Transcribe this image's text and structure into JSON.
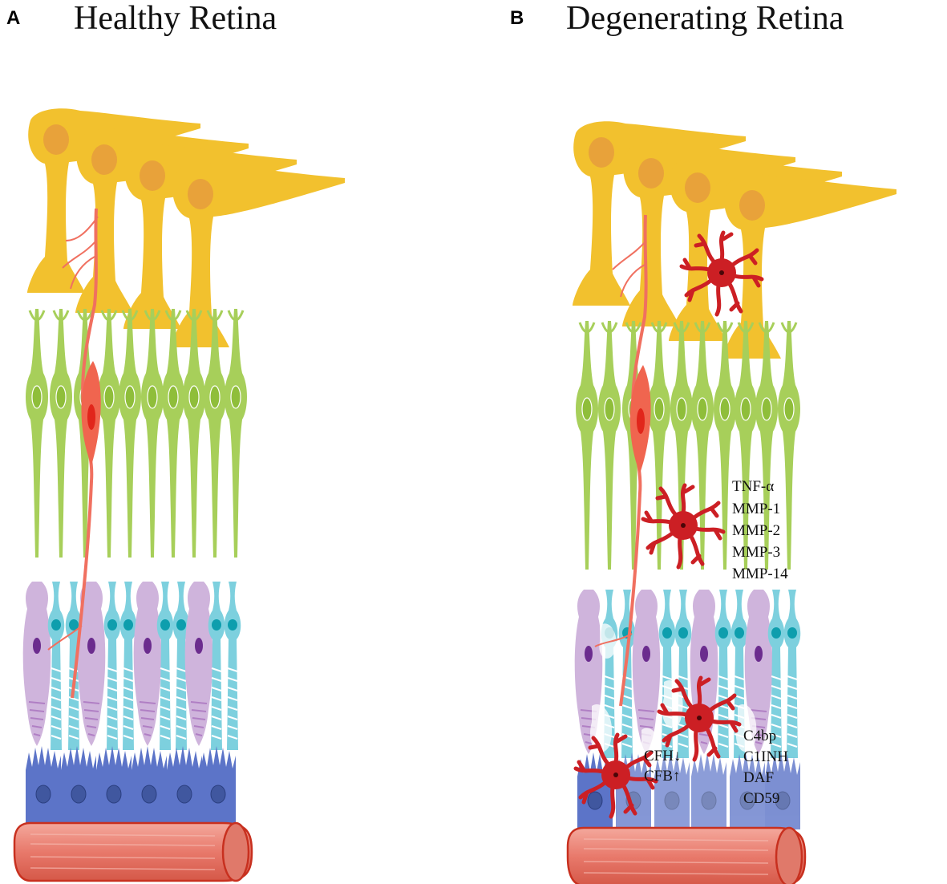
{
  "panels": [
    {
      "letter": "A",
      "title": "Healthy Retina"
    },
    {
      "letter": "B",
      "title": "Degenerating Retina"
    }
  ],
  "microglia_markers": [
    "TNF-α",
    "MMP-1",
    "MMP-2",
    "MMP-3",
    "MMP-14"
  ],
  "complement_left": [
    "CFH↓",
    "CFB↑"
  ],
  "complement_right": [
    "C4bp",
    "C1INH",
    "DAF",
    "CD59"
  ],
  "colors": {
    "ganglion": "#F2C12E",
    "ganglion_nucleus": "#E8A23A",
    "bipolar": "#A7CF5A",
    "muller": "#F07060",
    "rod": "#7DD0DE",
    "cone": "#CFB4DC",
    "rpe": "#5C74C8",
    "vessel": "#E06A5E",
    "microglia": "#CC1F24"
  }
}
